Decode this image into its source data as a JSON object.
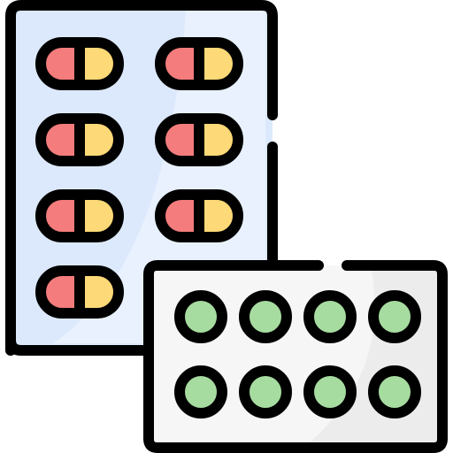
{
  "icon": {
    "name": "medicine-blister-packs-icon"
  },
  "capsule_pack": {
    "name": "capsule-blister-pack",
    "capsule_count": 7
  },
  "tablet_pack": {
    "name": "tablet-blister-pack",
    "tablet_count": 8
  },
  "colors": {
    "outline": "#000000",
    "capsule_pack_fill": "#dce9fc",
    "capsule_pack_highlight": "#e8f1fd",
    "capsule_red": "#f47c7c",
    "capsule_yellow": "#fdd977",
    "tablet_pack_fill": "#f6f6f6",
    "tablet_pack_shade": "#ececec",
    "tablet_green": "#a7dca0",
    "background": "#ffffff"
  }
}
